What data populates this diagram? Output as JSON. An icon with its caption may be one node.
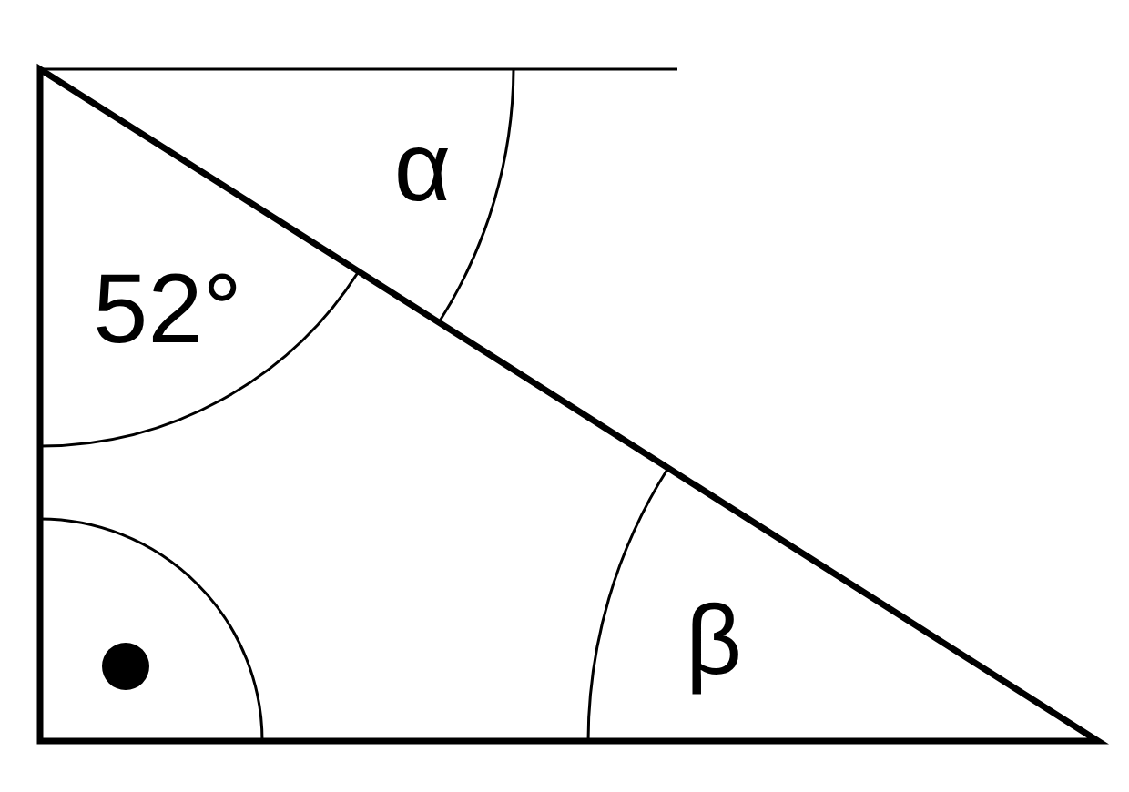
{
  "diagram": {
    "labels": [
      "α",
      "52°",
      "β"
    ]
  }
}
